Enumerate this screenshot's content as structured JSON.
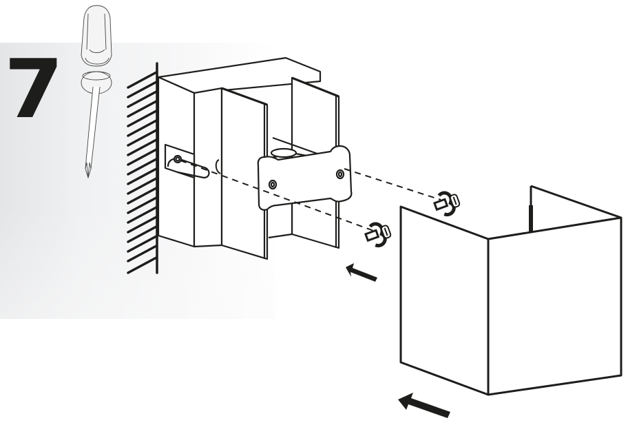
{
  "step": {
    "number": "7"
  },
  "diagram": {
    "description": "Assembly step: mount bracket to wall block, attach cover box with two screws",
    "components": [
      {
        "name": "screwdriver",
        "type": "phillips"
      },
      {
        "name": "wall",
        "hatched": true
      },
      {
        "name": "mounting-base"
      },
      {
        "name": "bracket",
        "holes": 2
      },
      {
        "name": "screws",
        "count": 2
      },
      {
        "name": "cover-box"
      },
      {
        "name": "arrows",
        "count": 2,
        "direction": "toward wall"
      }
    ],
    "colors": {
      "ink": "#1d1d1b",
      "panel_gray": "#e8e9eb",
      "background": "#ffffff"
    }
  }
}
